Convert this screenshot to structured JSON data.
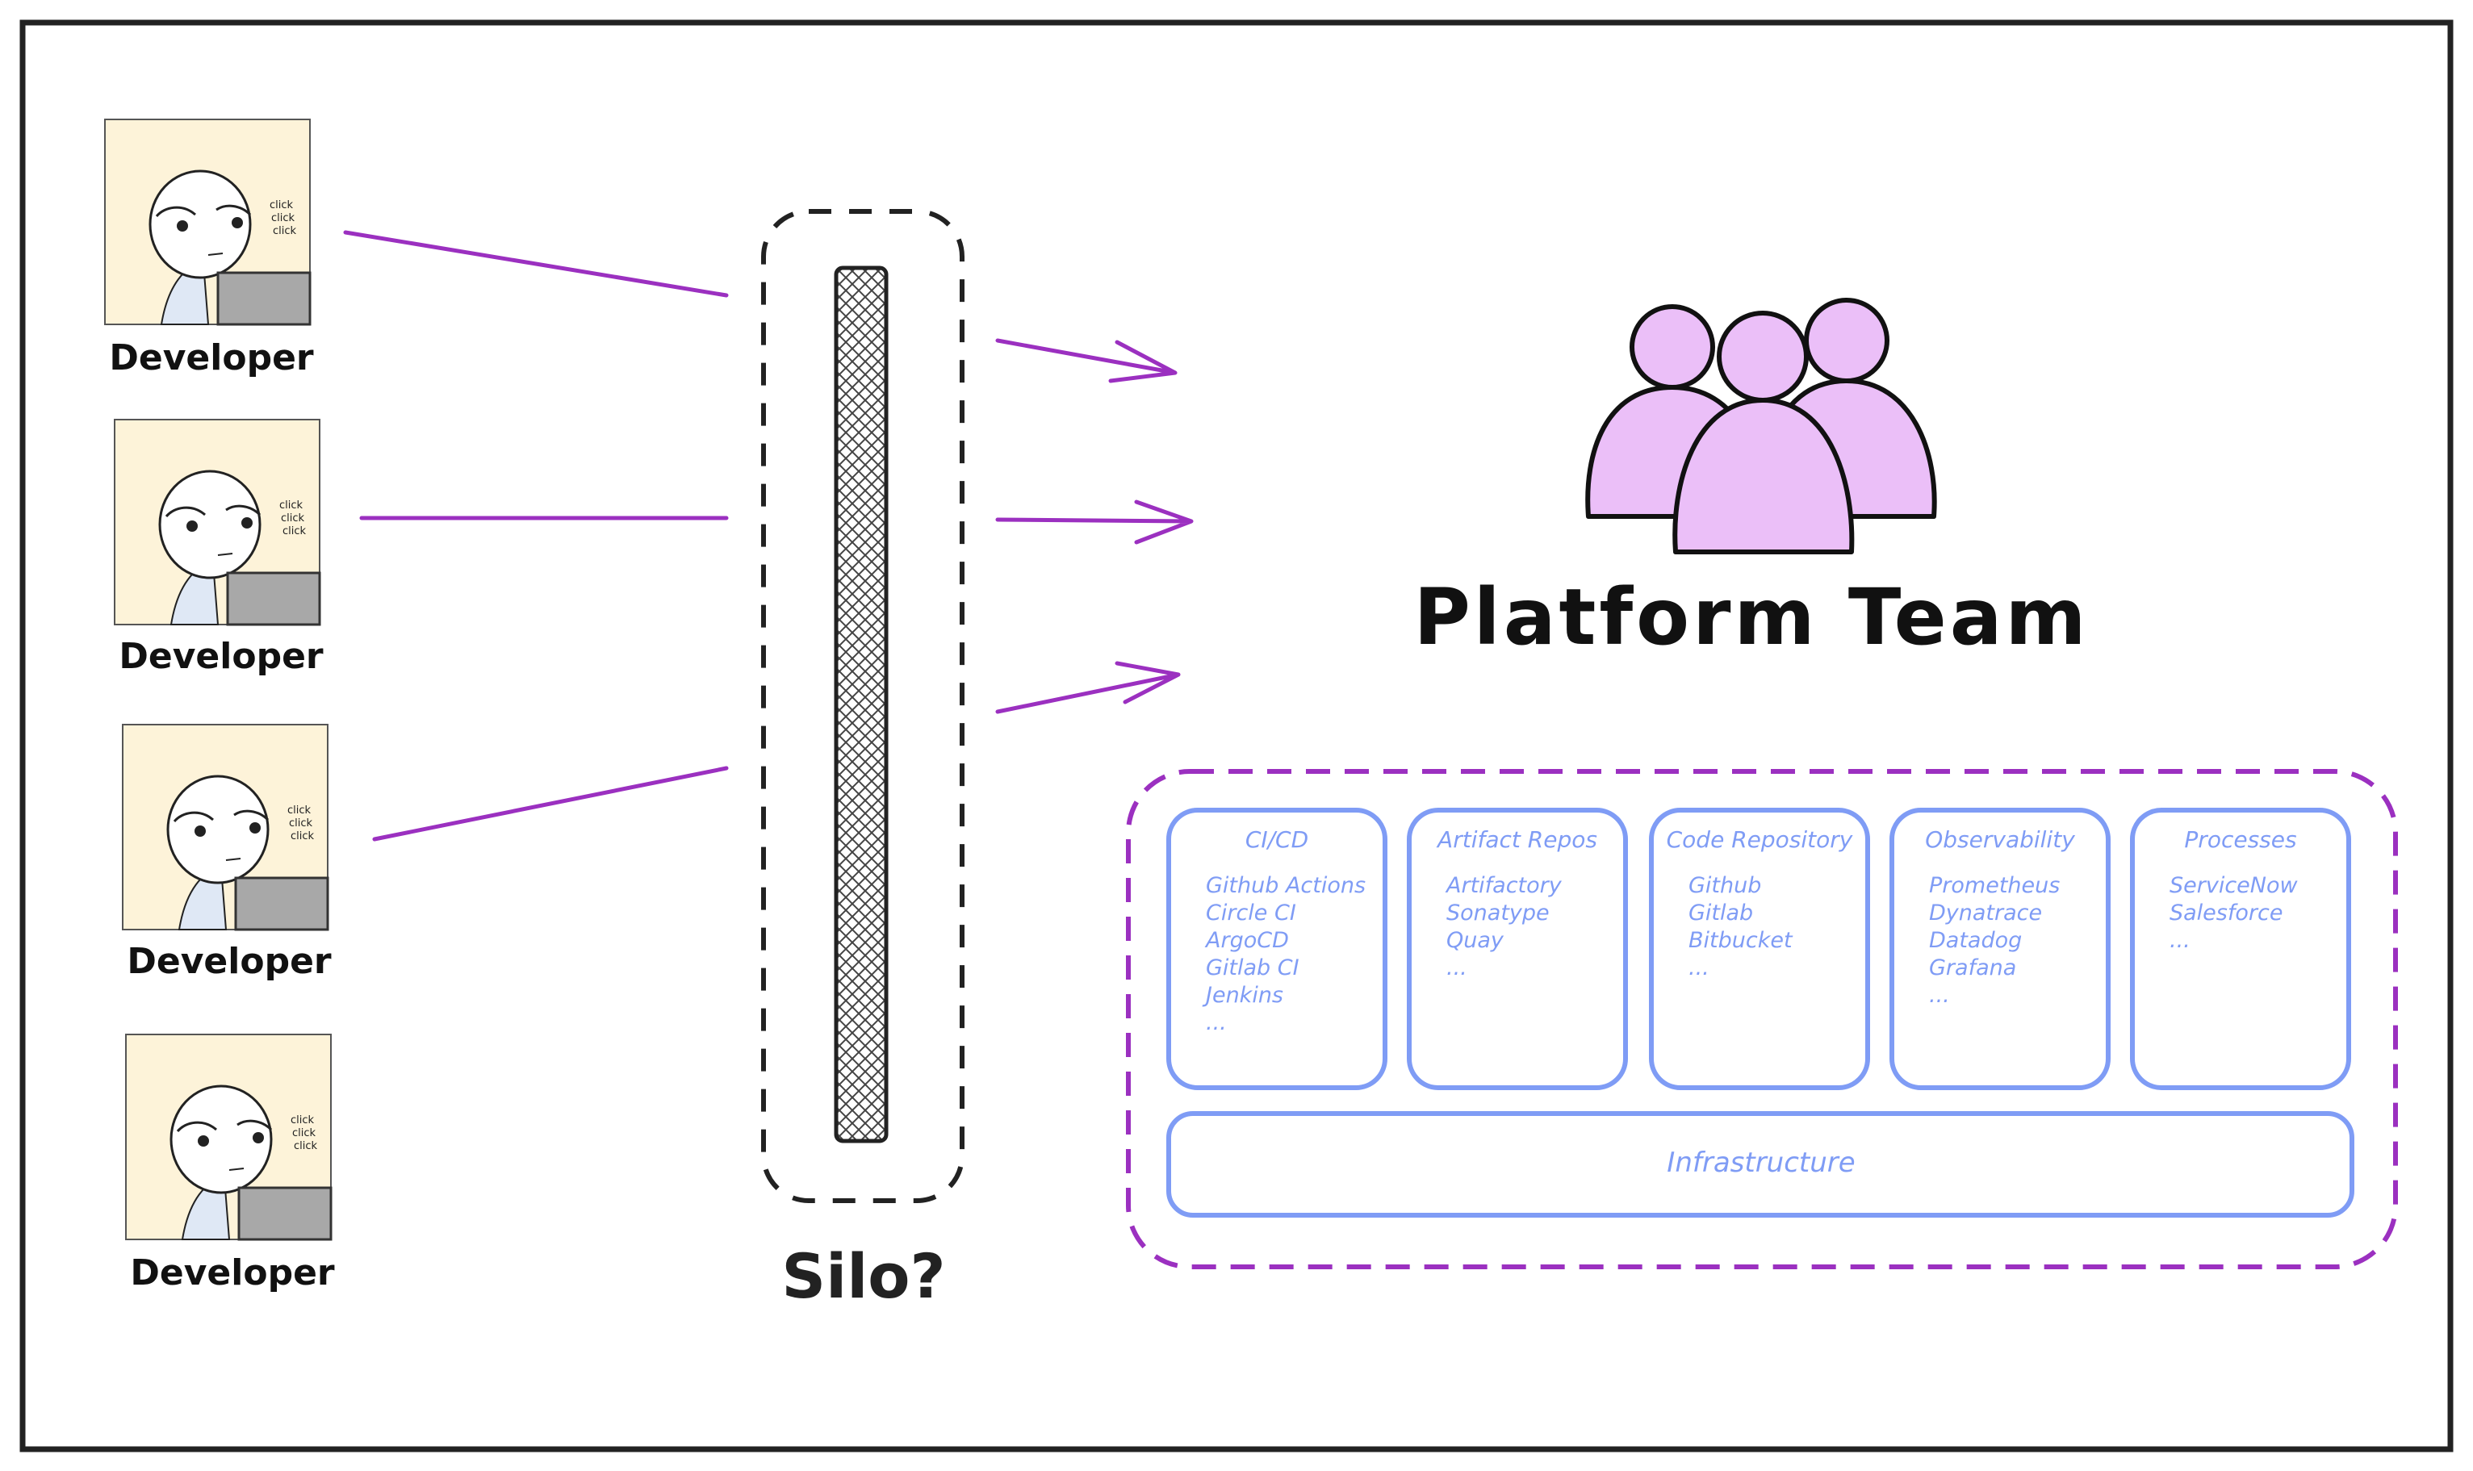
{
  "developers": [
    {
      "label": "Developer",
      "click_text": [
        "click",
        "click",
        "click"
      ]
    },
    {
      "label": "Developer",
      "click_text": [
        "click",
        "click",
        "click"
      ]
    },
    {
      "label": "Developer",
      "click_text": [
        "click",
        "click",
        "click"
      ]
    },
    {
      "label": "Developer",
      "click_text": [
        "click",
        "click",
        "click"
      ]
    }
  ],
  "silo": {
    "label": "Silo?"
  },
  "platform_team": {
    "label": "Platform Team"
  },
  "tool_groups": [
    {
      "title": "CI/CD",
      "items": [
        "Github Actions",
        "Circle CI",
        "ArgoCD",
        "Gitlab CI",
        "Jenkins",
        "..."
      ]
    },
    {
      "title": "Artifact Repos",
      "items": [
        "Artifactory",
        "Sonatype",
        "Quay",
        "..."
      ]
    },
    {
      "title": "Code Repository",
      "items": [
        "Github",
        "Gitlab",
        "Bitbucket",
        "..."
      ]
    },
    {
      "title": "Observability",
      "items": [
        "Prometheus",
        "Dynatrace",
        "Datadog",
        "Grafana",
        "..."
      ]
    },
    {
      "title": "Processes",
      "items": [
        "ServiceNow",
        "Salesforce",
        "..."
      ]
    }
  ],
  "infrastructure": {
    "label": "Infrastructure"
  },
  "colors": {
    "arrow": "#9b30c0",
    "team_fill": "#ebbff8",
    "tool_blue": "#7f9cf5",
    "dashed_purple": "#9b30c0",
    "panel_bg": "#fdf3d9"
  }
}
